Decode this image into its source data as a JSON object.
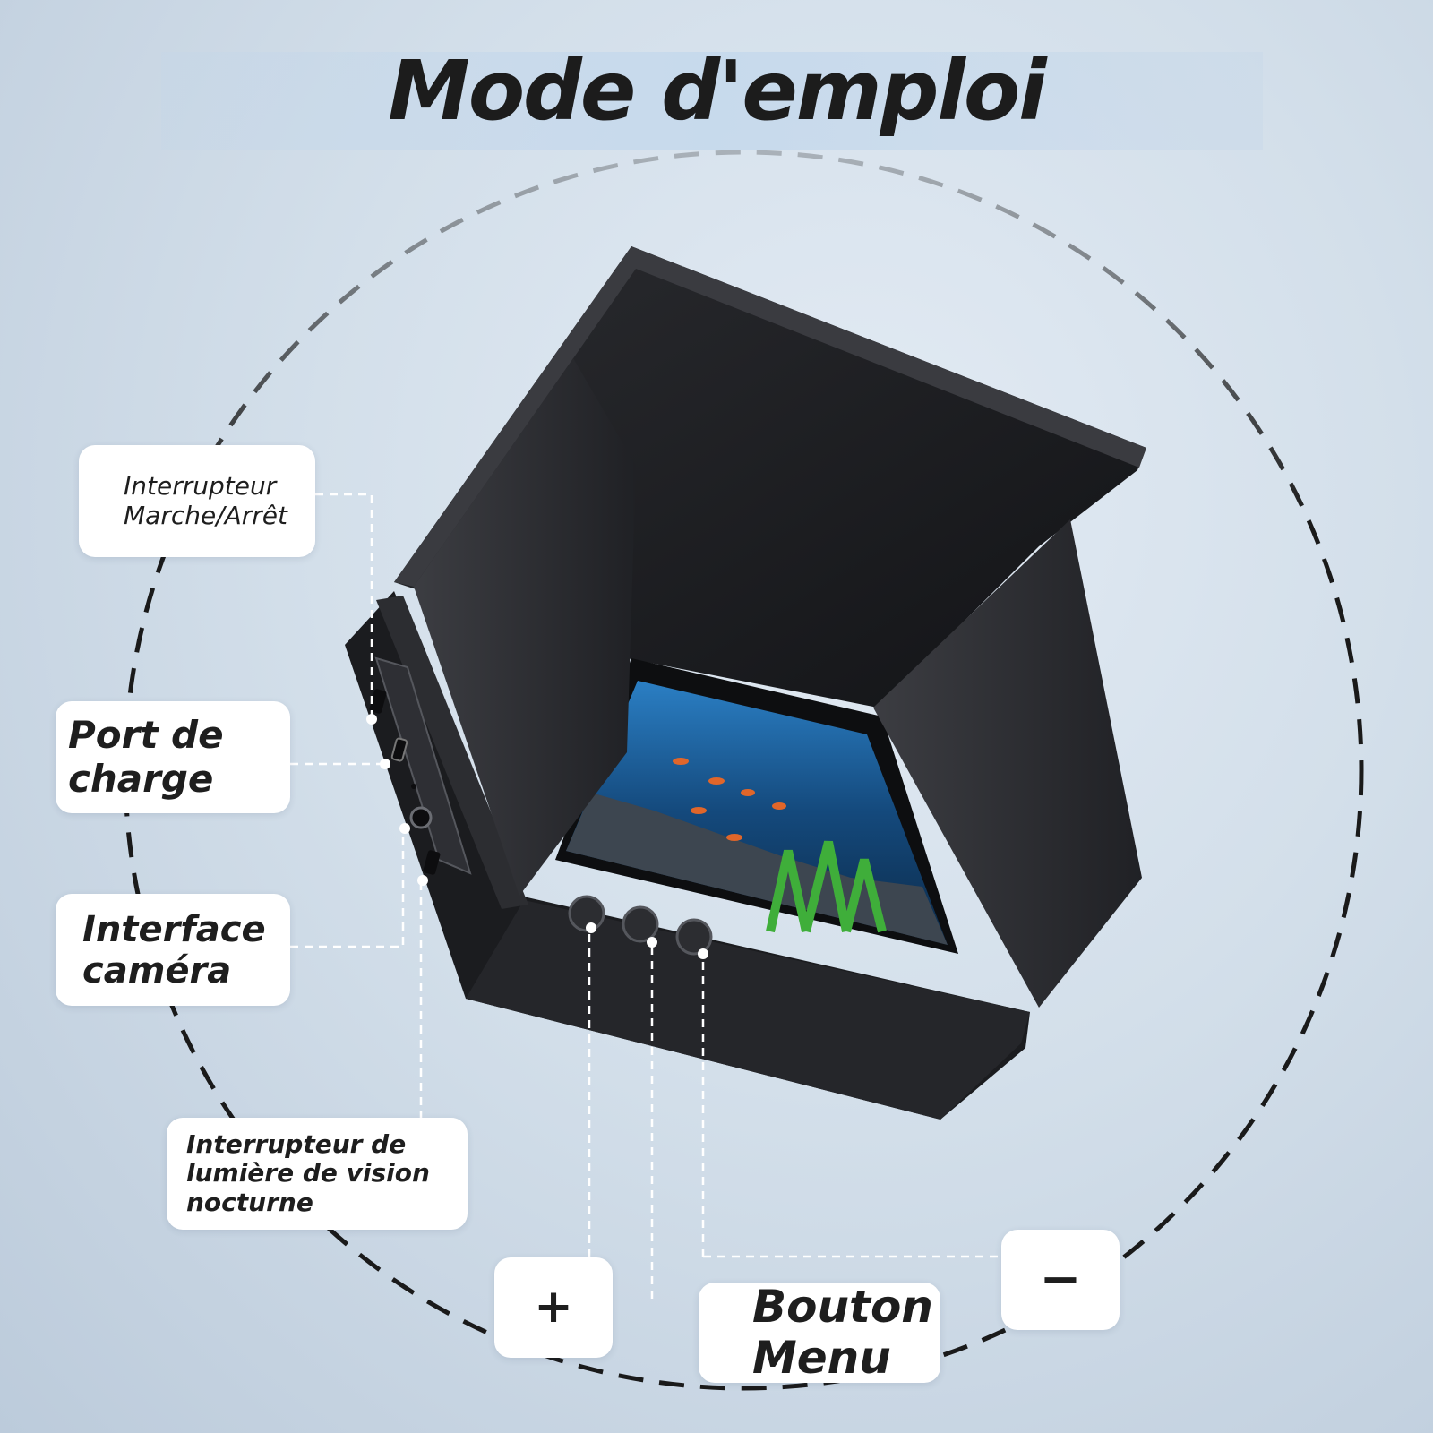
{
  "title": "Mode d'emploi",
  "labels": {
    "power_switch": [
      "Interrupteur",
      "Marche/Arrêt"
    ],
    "charge_port": [
      "Port de",
      "charge"
    ],
    "camera_interface": [
      "Interface",
      "caméra"
    ],
    "night_vision_switch": [
      "Interrupteur de",
      "lumière de vision",
      "nocturne"
    ],
    "plus_button": "+",
    "menu_button": [
      "Bouton",
      "Menu"
    ],
    "minus_button": "−"
  },
  "colors": {
    "background": "#d3dfea",
    "device_body": "#1c1d20",
    "card": "#ffffff",
    "text": "#1c1c1c"
  }
}
